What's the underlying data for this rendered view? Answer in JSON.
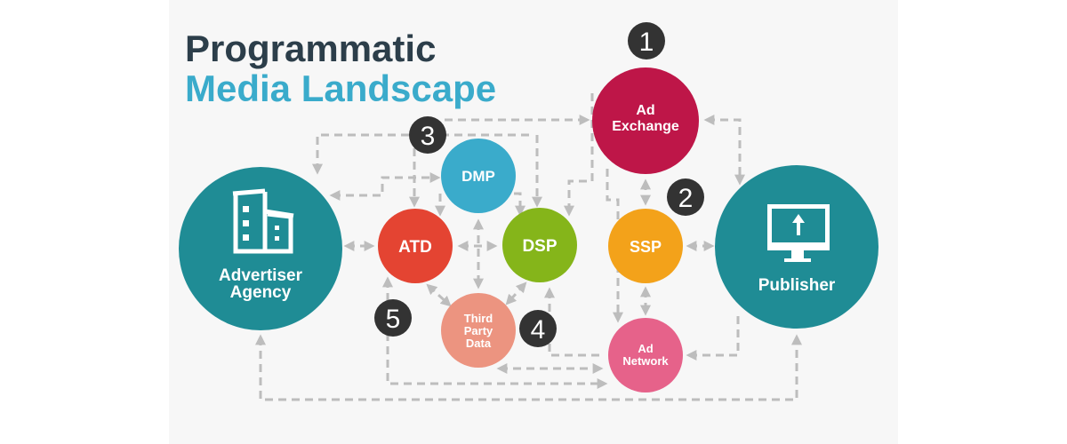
{
  "title": {
    "line1": "Programmatic",
    "line2": "Media Landscape"
  },
  "colors": {
    "title_dark": "#2c3e4a",
    "title_blue": "#3aabcb",
    "teal": "#1f8c95",
    "atd": "#e44432",
    "dmp": "#3aabcb",
    "dsp": "#85b51a",
    "third_party": "#ec9480",
    "ad_exchange": "#be1648",
    "ssp": "#f3a21a",
    "ad_network": "#e6628a",
    "badge": "#333333",
    "connector": "#bdbdbd"
  },
  "nodes": {
    "advertiser": {
      "line1": "Advertiser",
      "line2": "Agency",
      "icon": "building-icon"
    },
    "publisher": {
      "line1": "Publisher",
      "icon": "monitor-upload-icon"
    },
    "atd": {
      "label": "ATD"
    },
    "dmp": {
      "label": "DMP"
    },
    "dsp": {
      "label": "DSP"
    },
    "third_party": {
      "line1": "Third",
      "line2": "Party",
      "line3": "Data"
    },
    "ad_exchange": {
      "line1": "Ad",
      "line2": "Exchange"
    },
    "ssp": {
      "label": "SSP"
    },
    "ad_network": {
      "line1": "Ad",
      "line2": "Network"
    }
  },
  "badges": [
    "1",
    "2",
    "3",
    "4",
    "5"
  ]
}
